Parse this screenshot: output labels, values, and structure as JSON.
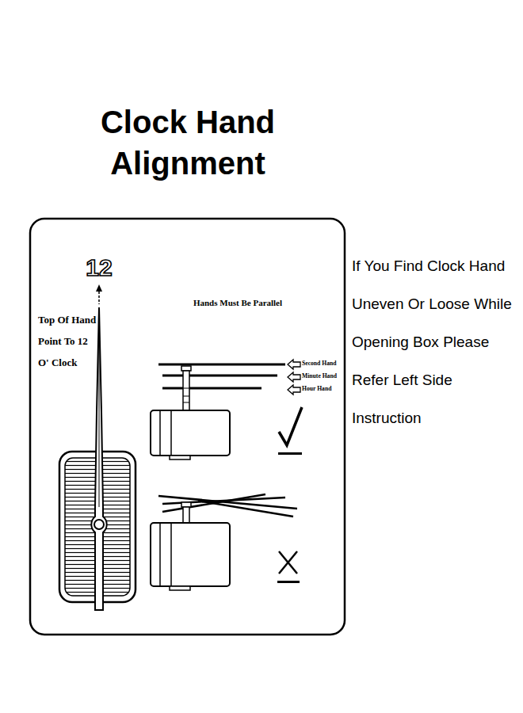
{
  "diagram": {
    "title": "Clock Hand Alignment",
    "labels": [
      "12",
      "Top Of Hand Point To 12 O' Clock",
      "Hands Must Be Parallel",
      "Second Hand",
      "Minute Hand",
      "Hour Hand",
      "If You Find Clock Hand Uneven Or Loose While Opening Box Please Refer Left Side Instruction"
    ]
  }
}
